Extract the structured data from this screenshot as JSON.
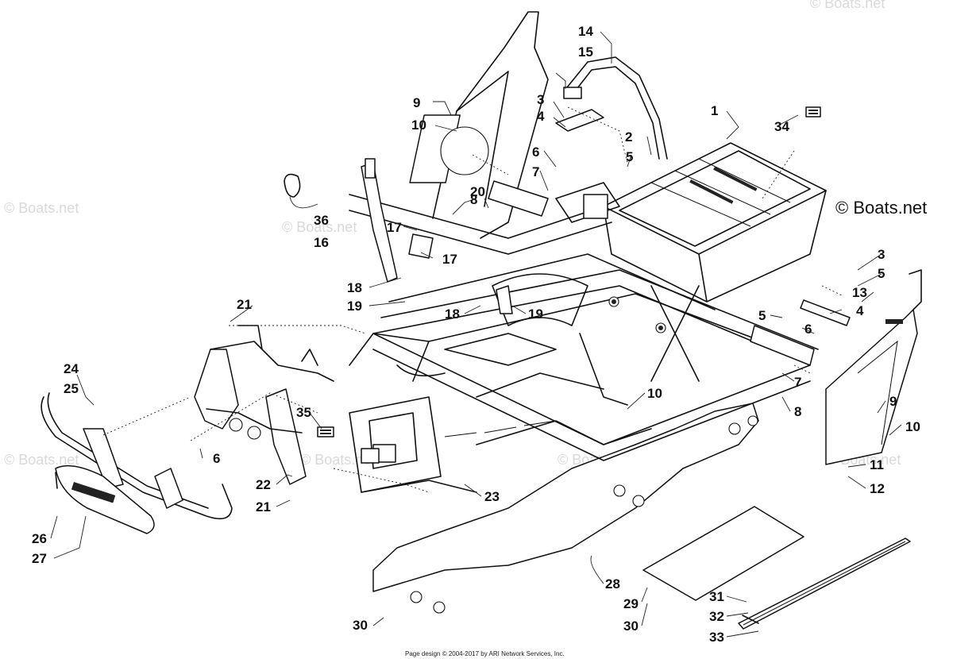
{
  "brand": {
    "watermark": "© Boats.net",
    "corner_mark": "© Boats.net"
  },
  "footer": {
    "copyright": "Page design © 2004-2017 by ARI Network Services, Inc."
  },
  "callouts": [
    {
      "id": "c1",
      "label": "1"
    },
    {
      "id": "c2",
      "label": "2"
    },
    {
      "id": "c3a",
      "label": "3"
    },
    {
      "id": "c4a",
      "label": "4"
    },
    {
      "id": "c5a",
      "label": "5"
    },
    {
      "id": "c6a",
      "label": "6"
    },
    {
      "id": "c7a",
      "label": "7"
    },
    {
      "id": "c8a",
      "label": "8"
    },
    {
      "id": "c9a",
      "label": "9"
    },
    {
      "id": "c10a",
      "label": "10"
    },
    {
      "id": "c14",
      "label": "14"
    },
    {
      "id": "c15",
      "label": "15"
    },
    {
      "id": "c16",
      "label": "16"
    },
    {
      "id": "c17a",
      "label": "17"
    },
    {
      "id": "c17b",
      "label": "17"
    },
    {
      "id": "c18a",
      "label": "18"
    },
    {
      "id": "c19a",
      "label": "19"
    },
    {
      "id": "c18b",
      "label": "18"
    },
    {
      "id": "c19b",
      "label": "19"
    },
    {
      "id": "c20",
      "label": "20"
    },
    {
      "id": "c34",
      "label": "34"
    },
    {
      "id": "c36",
      "label": "36"
    },
    {
      "id": "c3b",
      "label": "3"
    },
    {
      "id": "c5b",
      "label": "5"
    },
    {
      "id": "c13",
      "label": "13"
    },
    {
      "id": "c4b",
      "label": "4"
    },
    {
      "id": "c5c",
      "label": "5"
    },
    {
      "id": "c6b",
      "label": "6"
    },
    {
      "id": "c7b",
      "label": "7"
    },
    {
      "id": "c8b",
      "label": "8"
    },
    {
      "id": "c9b",
      "label": "9"
    },
    {
      "id": "c10b",
      "label": "10"
    },
    {
      "id": "c10c",
      "label": "10"
    },
    {
      "id": "c11",
      "label": "11"
    },
    {
      "id": "c12",
      "label": "12"
    },
    {
      "id": "c21a",
      "label": "21"
    },
    {
      "id": "c24",
      "label": "24"
    },
    {
      "id": "c25",
      "label": "25"
    },
    {
      "id": "c6c",
      "label": "6"
    },
    {
      "id": "c35",
      "label": "35"
    },
    {
      "id": "c22",
      "label": "22"
    },
    {
      "id": "c21b",
      "label": "21"
    },
    {
      "id": "c23",
      "label": "23"
    },
    {
      "id": "c26",
      "label": "26"
    },
    {
      "id": "c27",
      "label": "27"
    },
    {
      "id": "c28",
      "label": "28"
    },
    {
      "id": "c29",
      "label": "29"
    },
    {
      "id": "c30a",
      "label": "30"
    },
    {
      "id": "c30b",
      "label": "30"
    },
    {
      "id": "c31",
      "label": "31"
    },
    {
      "id": "c32",
      "label": "32"
    },
    {
      "id": "c33",
      "label": "33"
    }
  ]
}
